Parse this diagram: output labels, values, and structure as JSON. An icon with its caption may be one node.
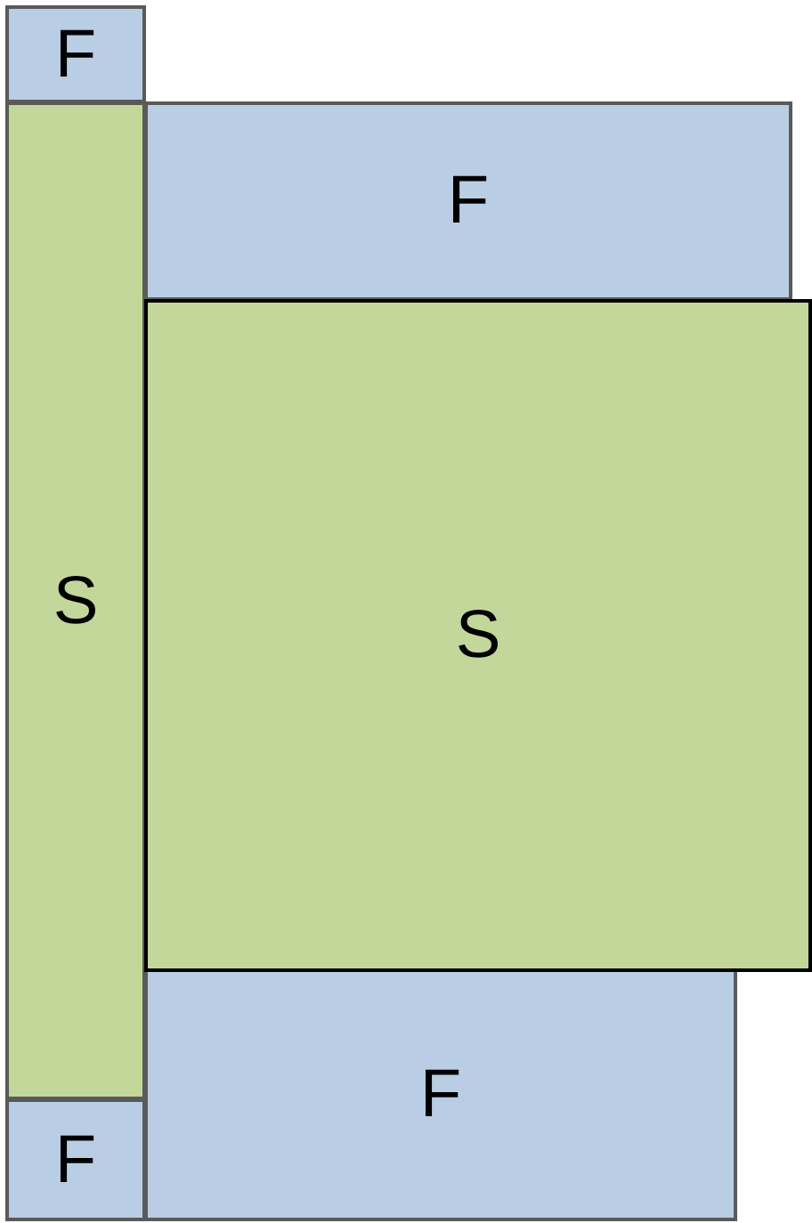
{
  "diagram": {
    "nodes": [
      {
        "text": [
          "F"
        ]
      },
      {
        "text": [
          "S"
        ]
      },
      {
        "text": [
          "F"
        ]
      },
      {
        "text": [
          "S"
        ]
      },
      {
        "text": [
          "F"
        ]
      },
      {
        "text": [
          "F"
        ]
      }
    ]
  }
}
